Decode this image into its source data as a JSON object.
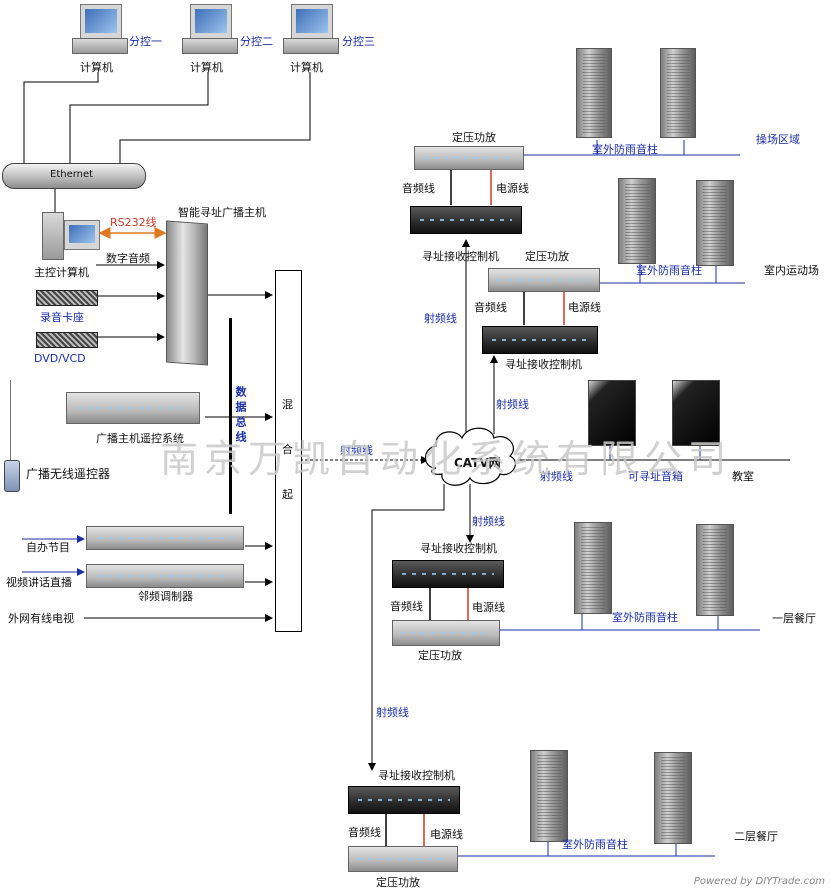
{
  "labels": {
    "pc": "计算机",
    "sub_ctrl_1": "分控一",
    "sub_ctrl_2": "分控二",
    "sub_ctrl_3": "分控三",
    "ethernet": "Ethernet",
    "rs232": "RS232线",
    "host": "智能寻址广播主机",
    "main_pc": "主控计算机",
    "digital_audio": "数字音频",
    "recorder": "录音卡座",
    "dvd": "DVD/VCD",
    "data_bus": "数据总线",
    "host_remote": "广播主机遥控系统",
    "wireless_remote": "广播无线遥控器",
    "mix_1": "混",
    "mix_2": "合",
    "mix_3": "起",
    "local_program": "自办节目",
    "video_talk": "视频讲话直播",
    "modulator": "邻频调制器",
    "catv_ext": "外网有线电视",
    "rf_line": "射频线",
    "catv": "CATV网",
    "amp": "定压功放",
    "receiver": "寻址接收控制机",
    "audio_line": "音频线",
    "power_line": "电源线",
    "outdoor_column": "室外防雨音柱",
    "playground": "操场区域",
    "indoor_gym": "室内运动场",
    "addressable_box": "可寻址音箱",
    "classroom": "教室",
    "canteen1": "一层餐厅",
    "canteen2": "二层餐厅",
    "watermark": "南京万凯自动化系统有限公司",
    "credit": "Powered by DIYTrade.com"
  },
  "colors": {
    "blue": "#1a2ea8",
    "red": "#d0392a",
    "orange": "#e07a1f"
  }
}
